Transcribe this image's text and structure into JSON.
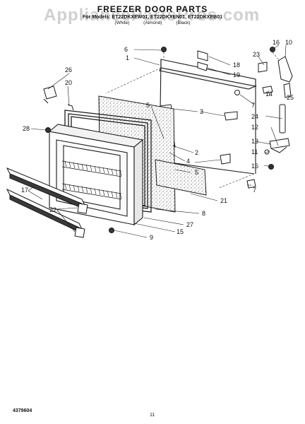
{
  "watermark": "AppliancePartsPros.com",
  "header": {
    "title": "FREEZER DOOR PARTS",
    "subtitle": "For Models: ET22DKXEW01, ET22DKXEN01, ET22DKXEB01",
    "colors": [
      "(White)",
      "(Almond)",
      "(Black)"
    ]
  },
  "footer": {
    "doc_number": "4379604",
    "page": "11"
  },
  "callouts": [
    "1",
    "2",
    "3",
    "4",
    "5",
    "6",
    "7",
    "8",
    "9",
    "10",
    "11",
    "12",
    "13",
    "14",
    "15",
    "16",
    "17",
    "18",
    "19",
    "20",
    "21",
    "22",
    "23",
    "24",
    "25",
    "26",
    "27",
    "28"
  ],
  "colors": {
    "line": "#1a1a1a",
    "gasket": "#2a2a2a"
  }
}
